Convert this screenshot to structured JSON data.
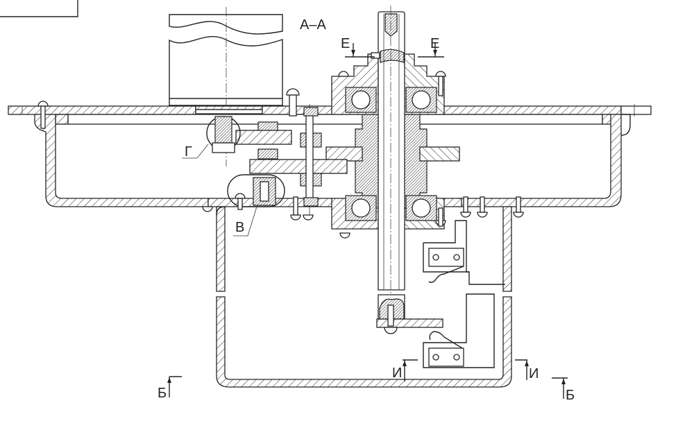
{
  "drawing": {
    "title": "Section view A–A of gearbox housing with central shaft",
    "section_label": "А–А",
    "section_marks": [
      {
        "id": "E-left",
        "letter": "Е",
        "direction": "down"
      },
      {
        "id": "E-right",
        "letter": "Е",
        "direction": "down"
      },
      {
        "id": "B-left",
        "letter": "Б",
        "direction": "up"
      },
      {
        "id": "B-right",
        "letter": "Б",
        "direction": "up"
      },
      {
        "id": "I-left",
        "letter": "И",
        "direction": "up"
      },
      {
        "id": "I-right",
        "letter": "И",
        "direction": "up"
      }
    ],
    "detail_callouts": [
      {
        "id": "G",
        "letter": "Г"
      },
      {
        "id": "V",
        "letter": "В"
      }
    ],
    "colors": {
      "line": "#222222",
      "background": "#ffffff"
    }
  }
}
